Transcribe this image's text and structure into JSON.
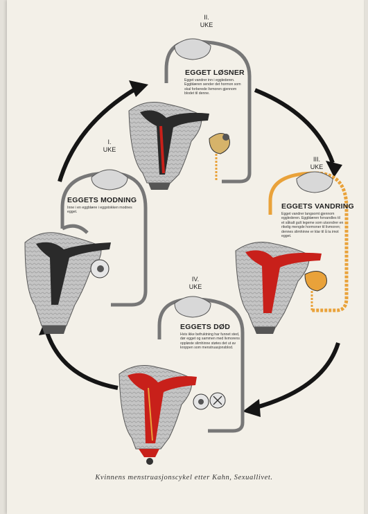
{
  "caption": "Kvinnens menstruasjonscykel etter Kahn, Sexuallivet.",
  "stages": [
    {
      "week_num": "I.",
      "week_word": "UKE",
      "heading": "EGGETS MODNING",
      "text": "Inne i en eggblære i eggstokken modnes egget."
    },
    {
      "week_num": "II.",
      "week_word": "UKE",
      "heading": "EGGET LØSNER",
      "text": "Egget vandrer inn i eggle­deren. Eggblæren sender det hormon som skal forberede livmoren gjennom blodet til denne."
    },
    {
      "week_num": "III.",
      "week_word": "UKE",
      "heading": "EGGETS VANDRING",
      "text": "Egget vandrer langsomt gjennom eggle­deren. Eggblæren forvand­les til et såkalt gult legeme som utsondrer en rikelig mengde hormoner til livmoren; dennes slimhinne er klar til å ta imot egget."
    },
    {
      "week_num": "IV.",
      "week_word": "UKE",
      "heading": "EGGETS DØD",
      "text": "Hvis ikke befruktning har funnet sted, dør egget og sammen med livmorens oppløste slimhinne støtes det ut av kroppen som menstruasjonsblod."
    }
  ],
  "colors": {
    "paper": "#f3f0e8",
    "ink": "#222222",
    "blood": "#c8201a",
    "hormone": "#e9a23a",
    "tissue": "#bdbdbd"
  }
}
